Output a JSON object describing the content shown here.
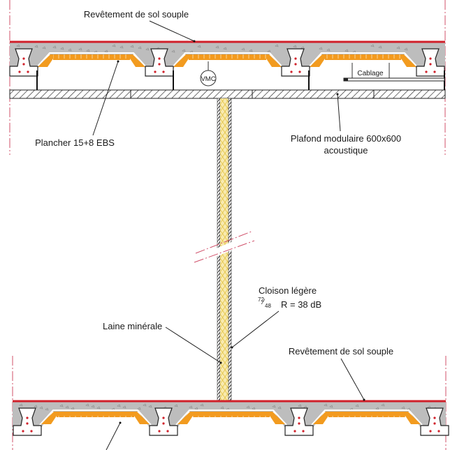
{
  "diagram": {
    "title": "Coupe verticale - plancher et cloison légère",
    "colors": {
      "floor_covering": "#d0202a",
      "concrete": "#bdbdbd",
      "insulation_pse": "#f29b1f",
      "mineral_wool": "#f7e8a8",
      "mineral_wool_pattern": "#e8c94a",
      "axis_line": "#d0506a",
      "outline": "#222222"
    },
    "labels": {
      "floor_covering_top": "Revêtement de sol souple",
      "floor_slab": "Plancher 15+8 EBS",
      "ceiling": "Plafond modulaire 600x600",
      "ceiling_line2": "acoustique",
      "vmc": "VMC",
      "cabling": "Cablage",
      "partition": "Cloison légère",
      "partition_ratio_num": "72",
      "partition_ratio_den": "48",
      "partition_rating": "R = 38 dB",
      "mineral_wool": "Laine minérale",
      "floor_covering_bottom": "Revêtement de sol souple"
    }
  }
}
